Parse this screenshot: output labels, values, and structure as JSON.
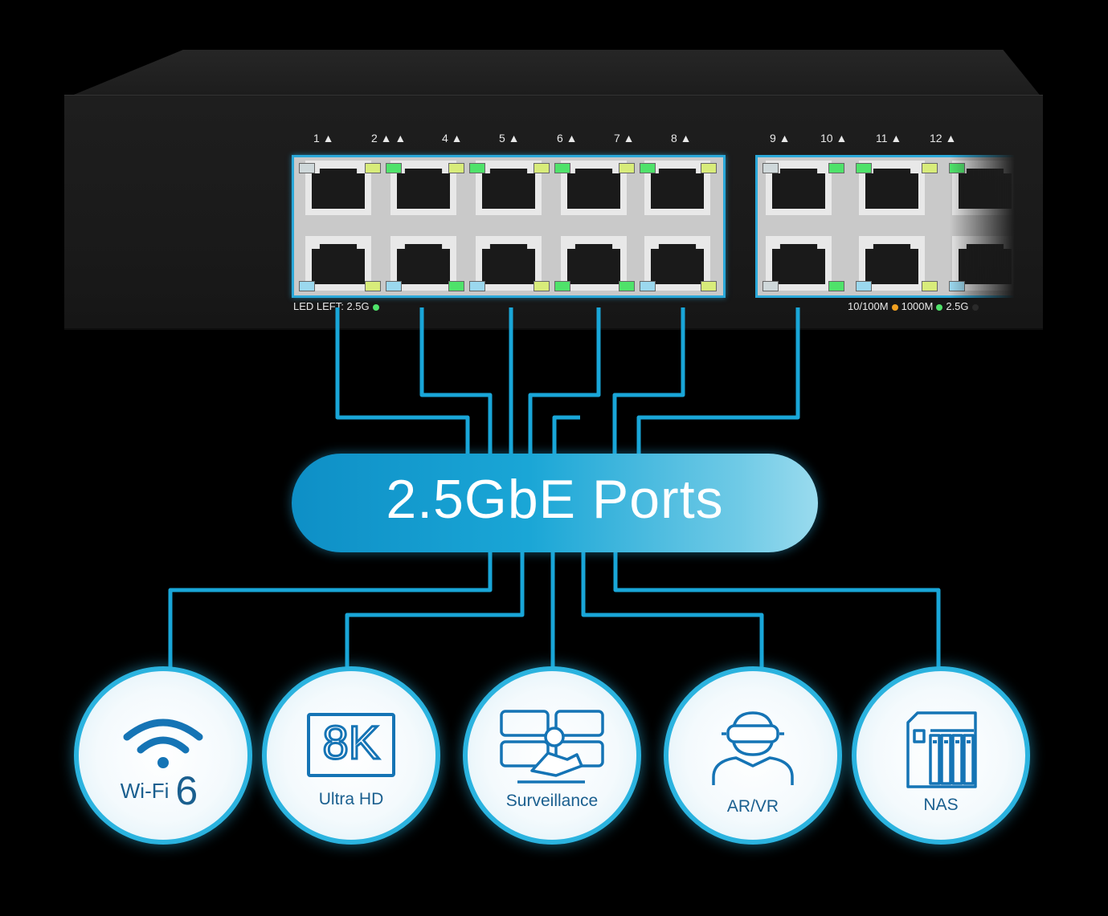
{
  "switch": {
    "port_numbers_left": [
      "1",
      "2",
      "4",
      "5",
      "6",
      "7",
      "8"
    ],
    "port_numbers_right": [
      "9",
      "10",
      "11",
      "12"
    ],
    "led_left_label": "LED LEFT: 2.5G",
    "legend_speed_1": "10/100M",
    "legend_speed_2": "1000M",
    "legend_speed_3": "2.5G"
  },
  "hub": {
    "label": "2.5GbE Ports"
  },
  "apps": [
    {
      "label": "Wi-Fi",
      "extra": "6",
      "icon": "wifi-icon"
    },
    {
      "label": "Ultra HD",
      "extra": "8K",
      "icon": "8k-icon"
    },
    {
      "label": "Surveillance",
      "icon": "surveillance-camera-icon"
    },
    {
      "label": "AR/VR",
      "icon": "vr-headset-person-icon"
    },
    {
      "label": "NAS",
      "icon": "nas-storage-icon"
    }
  ],
  "colors": {
    "accent": "#2aa8d9",
    "led_green": "#4fe26a",
    "led_orange": "#f0a020",
    "text_dark_blue": "#1a5f8f"
  }
}
